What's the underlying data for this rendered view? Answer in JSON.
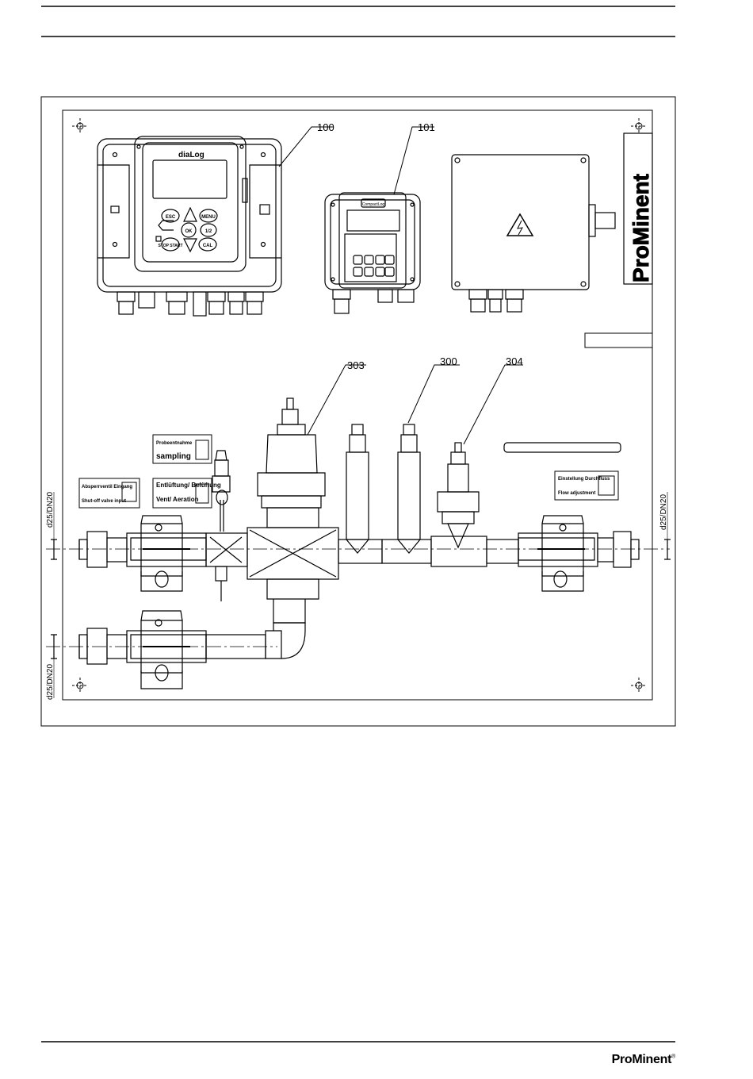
{
  "callouts": {
    "c100": "100",
    "c101": "101",
    "c303": "303",
    "c300": "300",
    "c304": "304"
  },
  "controller_dialog": {
    "brand": "diaLog",
    "keys": {
      "esc": "ESC",
      "up": "/\\",
      "menu": "MENU",
      "left": "<",
      "ok": "OK",
      "right": "1/2",
      "stop": "STOP START",
      "down": "\\/",
      "cal": "CAL"
    }
  },
  "controller_compact": {
    "brand": "CompactLog"
  },
  "brand_panel": {
    "text": "ProMinent"
  },
  "labels": {
    "sampling_de": "Probeentnahme",
    "sampling_en": "sampling",
    "shutoff_de": "Absperrventil Eingang",
    "shutoff_en": "Shut-off valve input",
    "vent_de": "Entlüftung/ Belüftung",
    "vent_en": "Vent/ Aeration",
    "flow_de": "Einstellung Durchfluss",
    "flow_en": "Flow adjustment"
  },
  "dimensions": {
    "left_top": "d25/DN20",
    "left_bottom": "d25/DN20",
    "right": "d25/DN20"
  },
  "footer": {
    "logo": "ProMinent",
    "reg": "®"
  },
  "colors": {
    "line": "#000000",
    "background": "#ffffff"
  }
}
